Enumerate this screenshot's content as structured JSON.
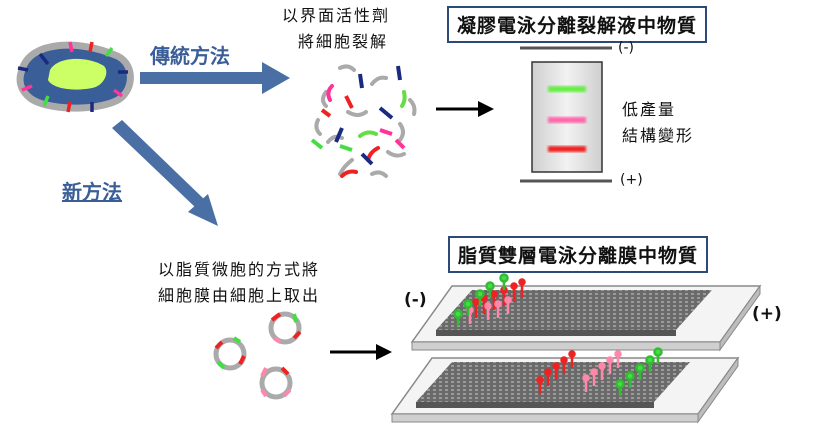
{
  "labels": {
    "traditional_method": "傳統方法",
    "new_method": "新方法",
    "detergent_line1": "以界面活性劑",
    "detergent_line2": "將細胞裂解",
    "sds_page_title": "凝膠電泳分離裂解液中物質",
    "minus_top": "(-)",
    "plus_top": "(+)",
    "low_yield": "低產量",
    "deformation": "結構變形",
    "lipid_title": "脂質雙層電泳分離膜中物質",
    "vesicle_line1": "以脂質微胞的方式將",
    "vesicle_line2": "細胞膜由細胞上取出",
    "minus_bottom": "(-)",
    "plus_bottom": "(+)"
  },
  "colors": {
    "arrow_blue": "#4a6fa5",
    "band_green": "#66ee44",
    "band_pink": "#ff66aa",
    "band_red": "#ee2222",
    "membrane_gray": "#777777",
    "cell_body": "#3a5e98",
    "cell_inner": "#ccff66"
  }
}
